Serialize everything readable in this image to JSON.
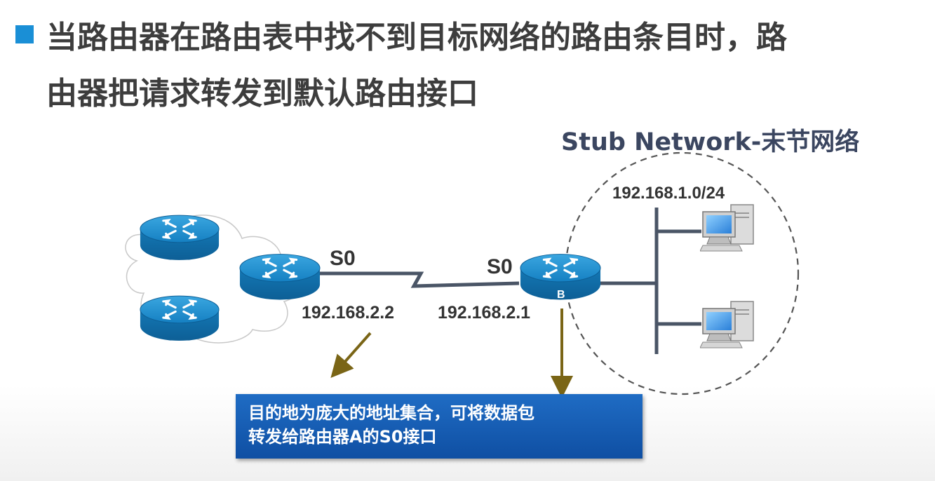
{
  "header": {
    "line1": "当路由器在路由表中找不到目标网络的路由条目时，路",
    "line2": "由器把请求转发到默认路由接口"
  },
  "diagram": {
    "stub_label": "Stub Network-末节网络",
    "stub_subnet": "192.168.1.0/24",
    "router_a_iface": "S0",
    "router_b_iface": "S0",
    "router_a_ip": "192.168.2.2",
    "router_b_ip": "192.168.2.1",
    "router_b_label": "B"
  },
  "callout": {
    "line1": "目的地为庞大的地址集合，可将数据包",
    "line2": "转发给路由器A的S0接口"
  },
  "colors": {
    "accent": "#1a8fd6",
    "router": "#1a88c8",
    "callout": "#1459b0",
    "arrow": "#7a6516"
  }
}
